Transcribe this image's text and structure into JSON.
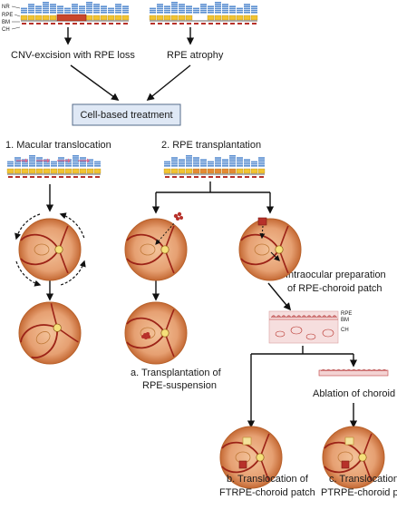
{
  "retina_legend": [
    "NR",
    "RPE",
    "BM",
    "CH"
  ],
  "top": {
    "left_caption": "CNV-excision with RPE loss",
    "right_caption": "RPE atrophy"
  },
  "center_box": "Cell-based treatment",
  "left_branch": {
    "heading": "1. Macular translocation"
  },
  "right_branch": {
    "heading": "2. RPE transplantation"
  },
  "caption_a": {
    "line1": "a. Transplantation of",
    "line2": "RPE-suspension"
  },
  "patch_prep": {
    "line1": "Intraocular preparation",
    "line2": "of RPE-choroid patch",
    "layer_labels": [
      "RPE",
      "BM",
      "CH"
    ]
  },
  "ablation": "Ablation of choroid",
  "caption_b": {
    "line1": "b. Translocation of",
    "line2": "FTRPE-choroid patch"
  },
  "caption_c": {
    "line1": "c. Translocation of",
    "line2": "PTRPE-choroid patch"
  },
  "colors": {
    "nr_blue": "#5b8fd1",
    "rpe_yellow": "#f1c432",
    "rpe_damaged": "#c9462b",
    "bm_line": "#333333",
    "choroid_red": "#b7312a",
    "fundus": "#e9a77b",
    "fundus_rim": "#b8612a",
    "vessel": "#9c2317",
    "disc": "#f5e07a",
    "fovea": "#f7e6a0",
    "box_fill": "#dfe8f5",
    "box_stroke": "#556b8a",
    "pink_arrow": "#e26a8a"
  }
}
